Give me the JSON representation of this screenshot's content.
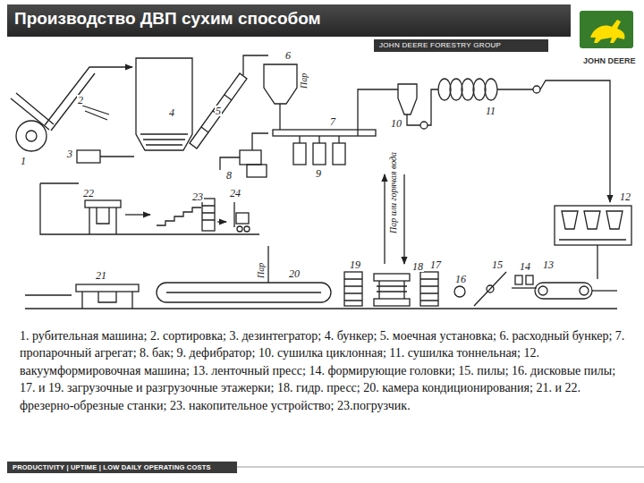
{
  "diagram": {
    "title": "Производство ДВП сухим способом",
    "caption": "1. рубительная машина; 2. сортировка; 3. дезинтегратор; 4. бункер; 5. моечная установка; 6. расходный бункер; 7. пропарочный агрегат; 8. бак; 9. дефибратор; 10. сушилка циклонная; 11. сушилка тоннельная; 12. вакуумформировочная машина; 13. ленточный пресс; 14. формирующие головки; 15. пилы; 16. дисковые пилы; 17. и 19. загрузочные и разгрузочные этажерки; 18. гидр. пресс; 20. камера кондиционирования; 21. и 22. фрезерно-обрезные станки; 23. накопительное устройство; 23.погрузчик.",
    "labels": [
      "JOHN DEERE FORESTRY GROUP",
      "JOHN DEERE",
      "1",
      "2",
      "3",
      "4",
      "5",
      "6",
      "7",
      "8",
      "9",
      "10",
      "11",
      "12",
      "13",
      "14",
      "15",
      "16",
      "17",
      "18",
      "19",
      "20",
      "21",
      "22",
      "23",
      "24",
      "Пар",
      "Пар",
      "Пар или горячая вода",
      "PRODUCTIVITY | UPTIME | LOW DAILY OPERATING COSTS"
    ]
  }
}
